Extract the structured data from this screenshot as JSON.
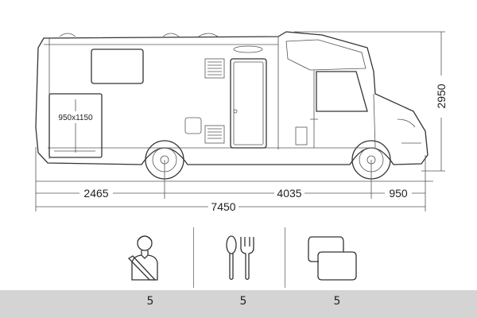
{
  "drawing": {
    "garage_door_label": "950x1150",
    "dimensions": {
      "rear_overhang": "2465",
      "wheelbase": "4035",
      "front_overhang": "950",
      "total_length": "7450",
      "height": "2950"
    }
  },
  "features": [
    {
      "icon": "seatbelt-person-icon",
      "name": "seats",
      "count": "5"
    },
    {
      "icon": "spoon-fork-icon",
      "name": "dining",
      "count": "5"
    },
    {
      "icon": "pillows-icon",
      "name": "berths",
      "count": "5"
    }
  ],
  "colors": {
    "bar": "#d4d4d4",
    "line": "#333333"
  }
}
